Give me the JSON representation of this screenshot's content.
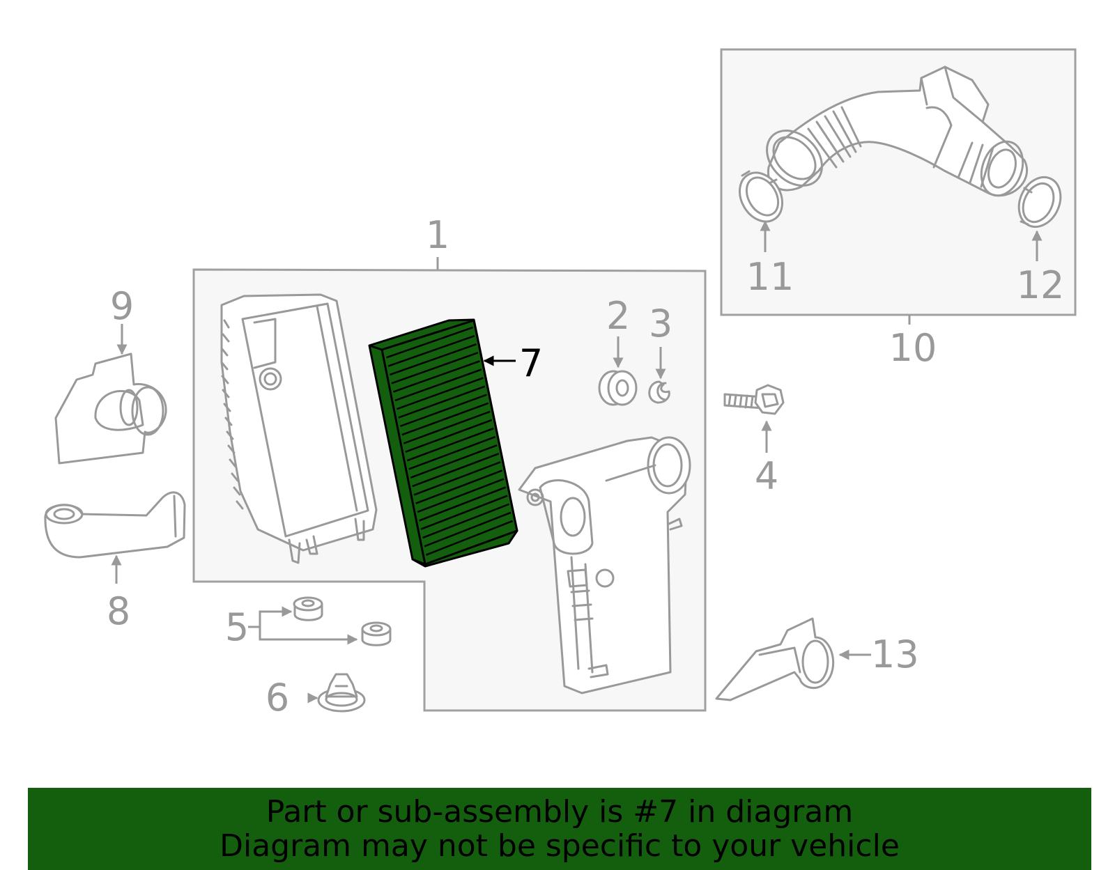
{
  "diagram": {
    "callouts": [
      {
        "id": "1",
        "label": "1"
      },
      {
        "id": "2",
        "label": "2"
      },
      {
        "id": "3",
        "label": "3"
      },
      {
        "id": "4",
        "label": "4"
      },
      {
        "id": "5",
        "label": "5"
      },
      {
        "id": "6",
        "label": "6"
      },
      {
        "id": "7",
        "label": "7"
      },
      {
        "id": "8",
        "label": "8"
      },
      {
        "id": "9",
        "label": "9"
      },
      {
        "id": "10",
        "label": "10"
      },
      {
        "id": "11",
        "label": "11"
      },
      {
        "id": "12",
        "label": "12"
      },
      {
        "id": "13",
        "label": "13"
      }
    ],
    "highlighted_part": "7",
    "colors": {
      "highlight_fill": "#145f0e",
      "line_gray": "#999999",
      "box_fill": "#f7f7f7",
      "banner_bg": "#145f0e"
    }
  },
  "banner": {
    "line1": "Part or sub-assembly is #7 in diagram",
    "line2": "Diagram may not be specific to your vehicle"
  }
}
